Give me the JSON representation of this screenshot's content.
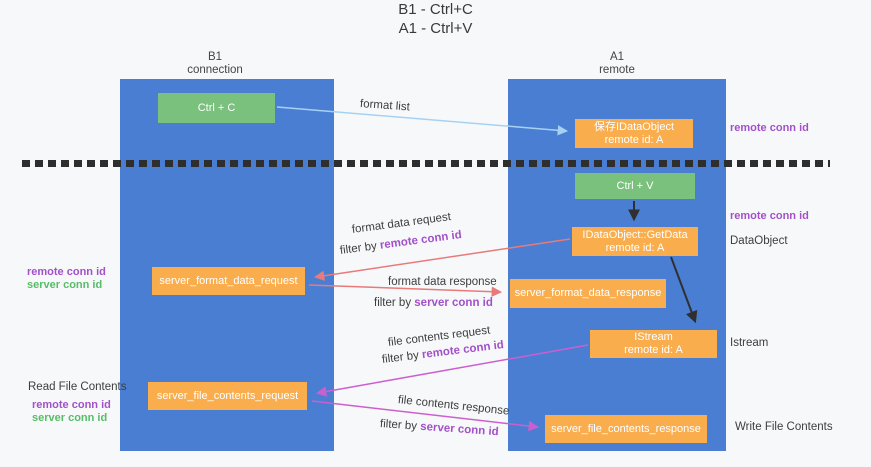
{
  "page": {
    "title_line1": "B1 - Ctrl+C",
    "title_line2": "A1 - Ctrl+V"
  },
  "columns": {
    "left": {
      "name": "B1",
      "role": "connection"
    },
    "right": {
      "name": "A1",
      "role": "remote"
    }
  },
  "boxes": {
    "ctrl_c": "Ctrl + C",
    "ctrl_v": "Ctrl + V",
    "save_idataobject": {
      "line1": "保存IDataObject",
      "line2": "remote id: A"
    },
    "getdata": {
      "line1": "IDataObject::GetData",
      "line2": "remote id: A"
    },
    "istream": {
      "line1": "IStream",
      "line2": "remote id: A"
    },
    "server_format_data_request": "server_format_data_request",
    "server_format_data_response": "server_format_data_response",
    "server_file_contents_request": "server_file_contents_request",
    "server_file_contents_response": "server_file_contents_response"
  },
  "arrow_labels": {
    "format_list": "format list",
    "format_data_request": "format data request",
    "format_data_response": "format data response",
    "file_contents_request": "file contents request",
    "file_contents_response": "file contents response",
    "filter_by": "filter by",
    "remote_conn_id": "remote conn id",
    "server_conn_id": "server conn id"
  },
  "side_labels": {
    "remote_conn_id": "remote conn id",
    "server_conn_id": "server conn id",
    "dataobject": "DataObject",
    "istream": "Istream",
    "read_file_contents": "Read File Contents",
    "write_file_contents": "Write File Contents"
  },
  "colors": {
    "column_blue": "#4a7ed2",
    "box_orange": "#f9ad4d",
    "box_green": "#79c17c",
    "arrow_light_blue": "#a7d1f1",
    "arrow_black": "#2f2f2f",
    "arrow_red": "#e87a7a",
    "arrow_magenta": "#cc5fce",
    "label_purple": "#a251c9",
    "label_green": "#57bd68"
  }
}
